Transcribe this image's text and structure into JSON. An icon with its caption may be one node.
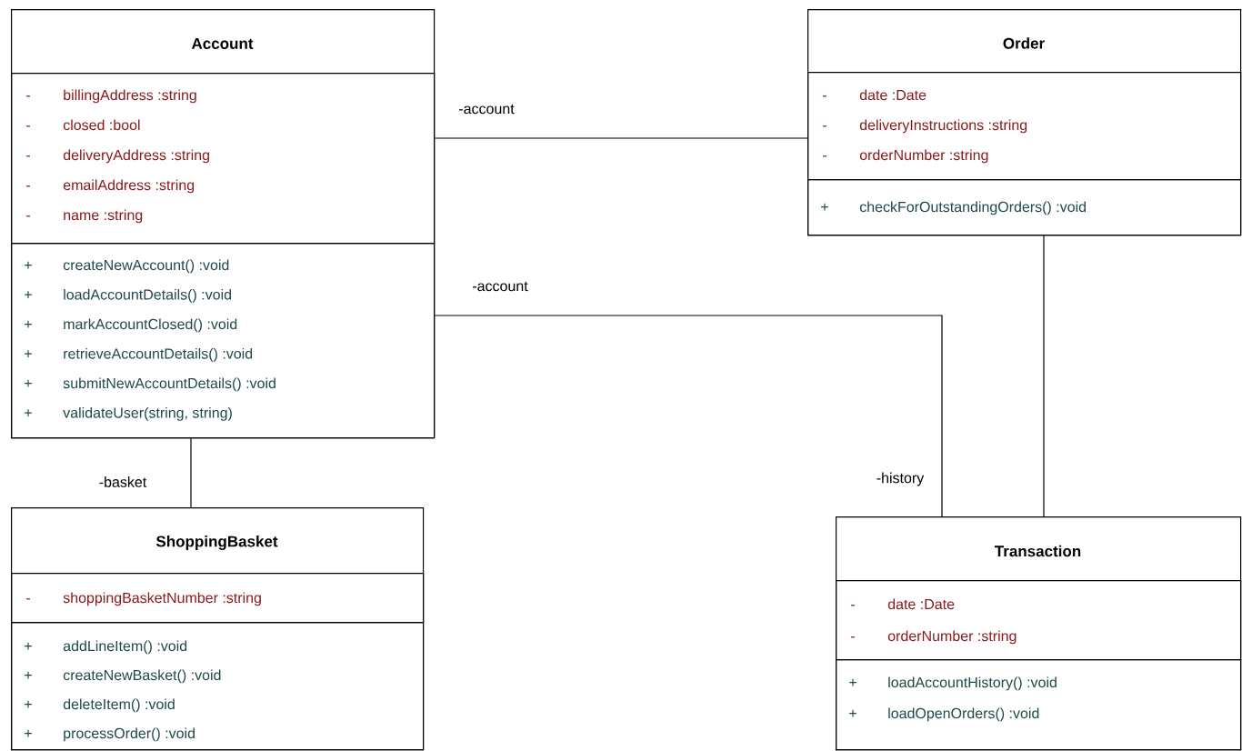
{
  "diagram": {
    "nodes": [
      {
        "text": [
          "Account"
        ]
      },
      {
        "text": [
          "-",
          "billingAddress :string",
          "-",
          "closed :bool",
          "-",
          "deliveryAddress :string",
          "-",
          "emailAddress :string",
          "-",
          "name :string"
        ],
        "in": 0
      },
      {
        "text": [
          "+",
          "createNewAccount() :void",
          "+",
          "loadAccountDetails() :void",
          "+",
          "markAccountClosed() :void",
          "+",
          "retrieveAccountDetails() :void",
          "+",
          "submitNewAccountDetails() :void",
          "+",
          "validateUser(string, string)"
        ],
        "in": 0
      },
      {
        "text": [
          "Order"
        ]
      },
      {
        "text": [
          "-",
          "date :Date",
          "-",
          "deliveryInstructions :string",
          "-",
          "orderNumber :string"
        ],
        "in": 3
      },
      {
        "text": [
          "+",
          "checkForOutstandingOrders() :void"
        ],
        "in": 3
      },
      {
        "text": [
          "ShoppingBasket"
        ]
      },
      {
        "text": [
          "-",
          "shoppingBasketNumber :string"
        ],
        "in": 6
      },
      {
        "text": [
          "+",
          "addLineItem() :void",
          "+",
          "createNewBasket() :void",
          "+",
          "deleteItem() :void",
          "+",
          "processOrder() :void"
        ],
        "in": 6
      },
      {
        "text": [
          "Transaction"
        ]
      },
      {
        "text": [
          "-",
          "date :Date",
          "-",
          "orderNumber :string"
        ],
        "in": 9
      },
      {
        "text": [
          "+",
          "loadAccountHistory() :void",
          "+",
          "loadOpenOrders() :void"
        ],
        "in": 9
      }
    ],
    "edges": [
      {
        "from": 0,
        "to": 3,
        "arrow": "none",
        "label": "-account"
      },
      {
        "from": 0,
        "to": 9,
        "arrow": "none",
        "label": "-account"
      },
      {
        "from": 0,
        "to": 6,
        "arrow": "none",
        "label": "-basket"
      },
      {
        "from": 3,
        "to": 9,
        "arrow": "none"
      }
    ],
    "labels": [
      "-history"
    ]
  }
}
